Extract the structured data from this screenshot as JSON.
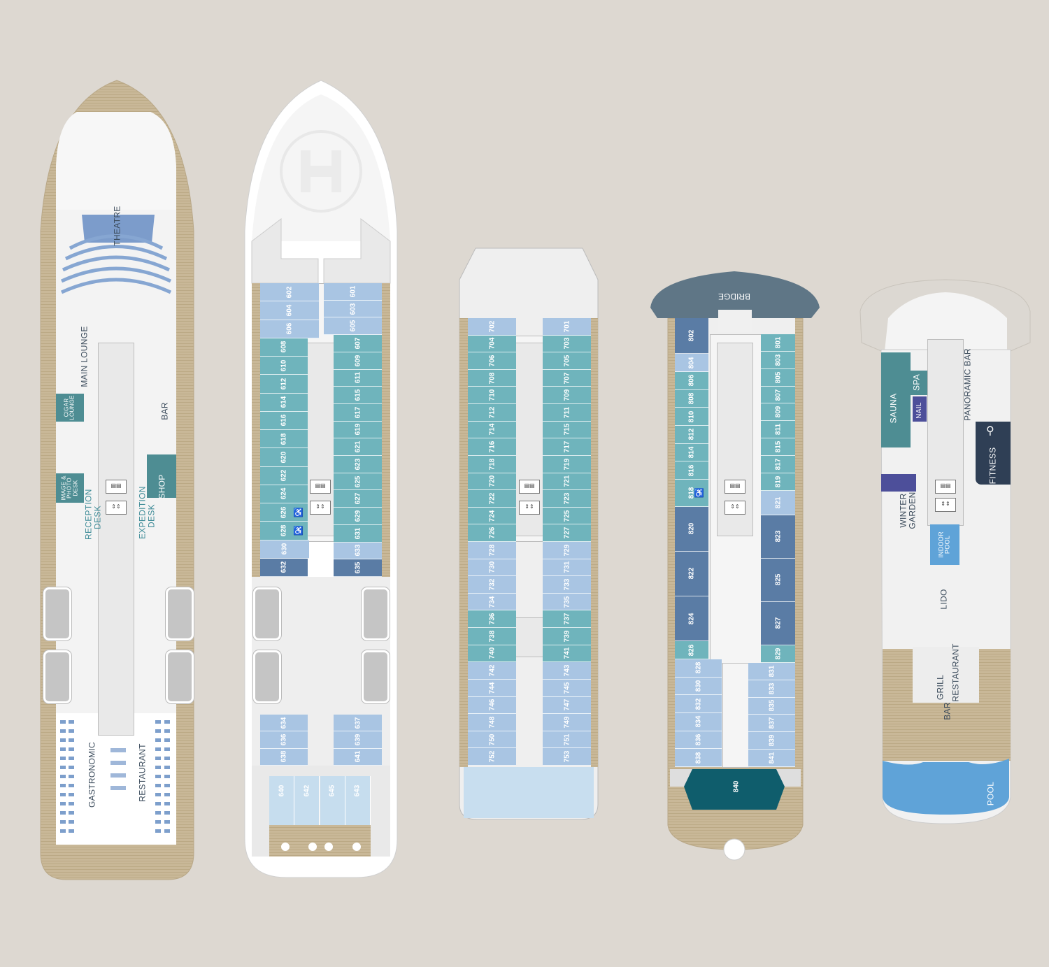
{
  "colors": {
    "background": "#ddd8d1",
    "cabin_light": "#a9c5e3",
    "cabin_teal": "#6fb4bc",
    "cabin_dark": "#5a7ca5",
    "bridge": "#5f7686",
    "pool": "#5fa3d8"
  },
  "deck5": {
    "labels": {
      "theatre": "THEATRE",
      "main_lounge": "MAIN LOUNGE",
      "cigar_lounge": "CIGAR LOUNGE",
      "bar": "BAR",
      "image_desk": "IMAGE & PHOTO DESK",
      "shop": "SHOP",
      "reception": "RECEPTION DESK",
      "expedition": "EXPEDITION DESK",
      "gastronomic": "GASTRONOMIC",
      "restaurant": "RESTAURANT"
    }
  },
  "deck6": {
    "port": [
      [
        "602",
        "light"
      ],
      [
        "604",
        "light"
      ],
      [
        "606",
        "light"
      ],
      [
        "608",
        "teal"
      ],
      [
        "610",
        "teal"
      ],
      [
        "612",
        "teal"
      ],
      [
        "614",
        "teal"
      ],
      [
        "616",
        "teal"
      ],
      [
        "618",
        "teal"
      ],
      [
        "620",
        "teal"
      ],
      [
        "622",
        "teal"
      ],
      [
        "624",
        "teal"
      ],
      [
        "626",
        "teal",
        true
      ],
      [
        "628",
        "teal",
        true
      ],
      [
        "630",
        "light"
      ],
      [
        "632",
        "dark"
      ]
    ],
    "starboard": [
      [
        "601",
        "light"
      ],
      [
        "603",
        "light"
      ],
      [
        "605",
        "light"
      ],
      [
        "607",
        "teal"
      ],
      [
        "609",
        "teal"
      ],
      [
        "611",
        "teal"
      ],
      [
        "615",
        "teal"
      ],
      [
        "617",
        "teal"
      ],
      [
        "619",
        "teal"
      ],
      [
        "621",
        "teal"
      ],
      [
        "623",
        "teal"
      ],
      [
        "625",
        "teal"
      ],
      [
        "627",
        "teal"
      ],
      [
        "629",
        "teal"
      ],
      [
        "631",
        "teal"
      ],
      [
        "633",
        "light"
      ],
      [
        "635",
        "dark"
      ]
    ],
    "aft_port": [
      [
        "634",
        "light"
      ],
      [
        "636",
        "light"
      ],
      [
        "638",
        "light"
      ]
    ],
    "aft_starboard": [
      [
        "637",
        "light"
      ],
      [
        "639",
        "light"
      ],
      [
        "641",
        "light"
      ]
    ],
    "stern": [
      "640",
      "642",
      "645",
      "643"
    ]
  },
  "deck7": {
    "port": [
      [
        "702",
        "light"
      ],
      [
        "704",
        "teal"
      ],
      [
        "706",
        "teal"
      ],
      [
        "708",
        "teal"
      ],
      [
        "710",
        "teal"
      ],
      [
        "712",
        "teal"
      ],
      [
        "714",
        "teal"
      ],
      [
        "716",
        "teal"
      ],
      [
        "718",
        "teal"
      ],
      [
        "720",
        "teal"
      ],
      [
        "722",
        "teal"
      ],
      [
        "724",
        "teal"
      ],
      [
        "726",
        "teal"
      ],
      [
        "728",
        "light"
      ],
      [
        "730",
        "light"
      ],
      [
        "732",
        "light"
      ],
      [
        "734",
        "light"
      ],
      [
        "736",
        "teal"
      ],
      [
        "738",
        "teal"
      ],
      [
        "740",
        "teal"
      ],
      [
        "742",
        "light"
      ],
      [
        "744",
        "light"
      ],
      [
        "746",
        "light"
      ],
      [
        "748",
        "light"
      ],
      [
        "750",
        "light"
      ],
      [
        "752",
        "light"
      ]
    ],
    "starboard": [
      [
        "701",
        "light"
      ],
      [
        "703",
        "teal"
      ],
      [
        "705",
        "teal"
      ],
      [
        "707",
        "teal"
      ],
      [
        "709",
        "teal"
      ],
      [
        "711",
        "teal"
      ],
      [
        "715",
        "teal"
      ],
      [
        "717",
        "teal"
      ],
      [
        "719",
        "teal"
      ],
      [
        "721",
        "teal"
      ],
      [
        "723",
        "teal"
      ],
      [
        "725",
        "teal"
      ],
      [
        "727",
        "teal"
      ],
      [
        "729",
        "light"
      ],
      [
        "731",
        "light"
      ],
      [
        "733",
        "light"
      ],
      [
        "735",
        "light"
      ],
      [
        "737",
        "teal"
      ],
      [
        "739",
        "teal"
      ],
      [
        "741",
        "teal"
      ],
      [
        "743",
        "light"
      ],
      [
        "745",
        "light"
      ],
      [
        "747",
        "light"
      ],
      [
        "749",
        "light"
      ],
      [
        "751",
        "light"
      ],
      [
        "753",
        "light"
      ]
    ]
  },
  "deck8": {
    "bridge": "BRIDGE",
    "port": [
      [
        "802",
        "dark",
        2
      ],
      [
        "804",
        "light",
        1
      ],
      [
        "806",
        "teal",
        1
      ],
      [
        "808",
        "teal",
        1
      ],
      [
        "810",
        "teal",
        1
      ],
      [
        "812",
        "teal",
        1
      ],
      [
        "814",
        "teal",
        1
      ],
      [
        "816",
        "teal",
        1
      ],
      [
        "818",
        "teal",
        1.5,
        true
      ],
      [
        "820",
        "dark",
        2.5
      ],
      [
        "822",
        "dark",
        2.5
      ],
      [
        "824",
        "dark",
        2.5
      ],
      [
        "826",
        "teal",
        1
      ],
      [
        "828",
        "light",
        1
      ],
      [
        "830",
        "light",
        1
      ],
      [
        "832",
        "light",
        1
      ],
      [
        "834",
        "light",
        1
      ],
      [
        "836",
        "light",
        1
      ],
      [
        "838",
        "light",
        1
      ]
    ],
    "starboard": [
      [
        "801",
        "teal",
        1
      ],
      [
        "803",
        "teal",
        1
      ],
      [
        "805",
        "teal",
        1
      ],
      [
        "807",
        "teal",
        1
      ],
      [
        "809",
        "teal",
        1
      ],
      [
        "811",
        "teal",
        1
      ],
      [
        "815",
        "teal",
        1
      ],
      [
        "817",
        "teal",
        1
      ],
      [
        "819",
        "teal",
        1
      ],
      [
        "821",
        "light",
        1.4
      ],
      [
        "823",
        "dark",
        2.5
      ],
      [
        "825",
        "dark",
        2.5
      ],
      [
        "827",
        "dark",
        2.5
      ],
      [
        "829",
        "teal",
        1
      ],
      [
        "831",
        "light",
        1
      ],
      [
        "833",
        "light",
        1
      ],
      [
        "835",
        "light",
        1
      ],
      [
        "837",
        "light",
        1
      ],
      [
        "839",
        "light",
        1
      ],
      [
        "841",
        "light",
        1
      ]
    ],
    "aft_suite": "840"
  },
  "deck9": {
    "labels": {
      "sauna": "SAUNA",
      "spa": "SPA",
      "nail": "NAIL",
      "panoramic_bar": "PANORAMIC BAR",
      "fitness": "FITNESS",
      "winter_garden": "WINTER GARDEN",
      "indoor_pool": "INDOOR POOL",
      "lido": "LIDO",
      "grill": "GRILL",
      "restaurant": "RESTAURANT",
      "bar": "BAR",
      "pool": "POOL"
    }
  }
}
